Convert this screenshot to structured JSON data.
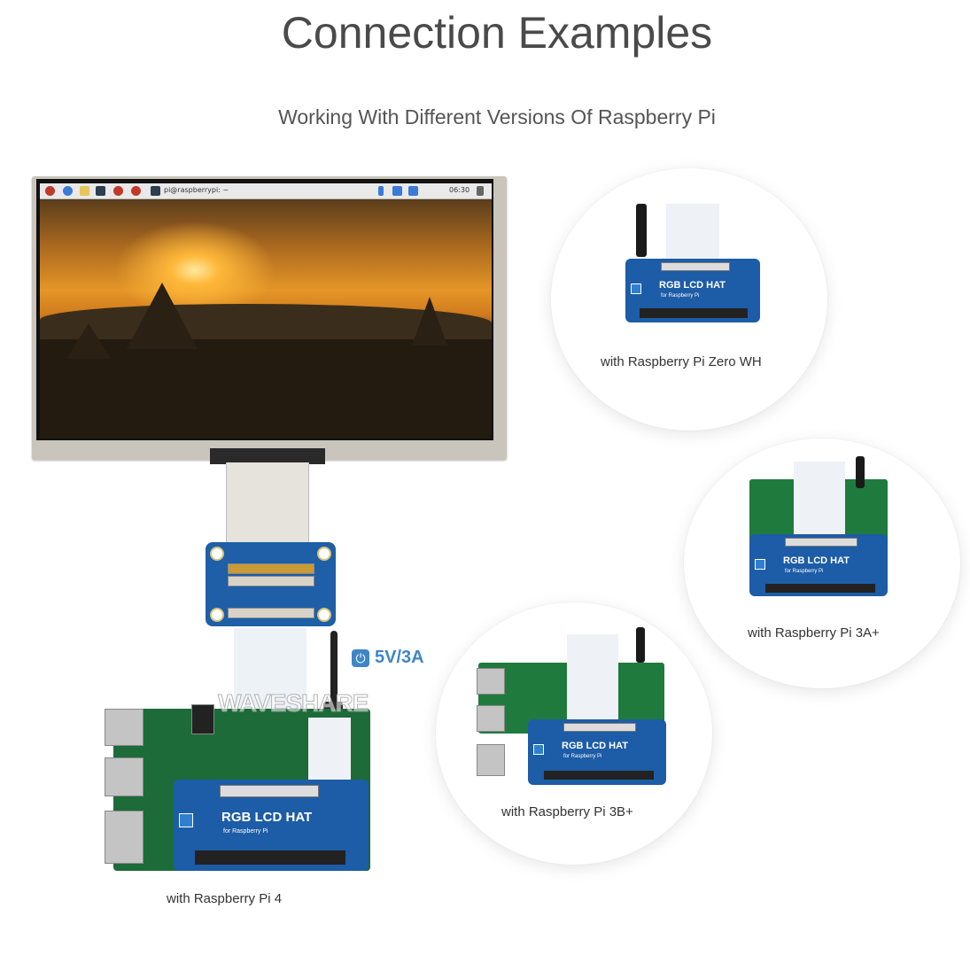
{
  "heading": "Connection Examples",
  "subheading": "Working With Different Versions Of Raspberry Pi",
  "power": {
    "icon": "power-icon",
    "label": "5V/3A",
    "color": "#3e86c6"
  },
  "watermark": "WAVESHARE",
  "taskbar": {
    "path": "pi@raspberrypi: ~",
    "clock": "06:30"
  },
  "hat": {
    "title": "RGB LCD HAT",
    "subtitle": "for Raspberry Pi"
  },
  "examples": [
    {
      "caption": "with Raspberry Pi 4"
    },
    {
      "caption": "with Raspberry Pi Zero WH"
    },
    {
      "caption": "with Raspberry Pi 3A+"
    },
    {
      "caption": "with Raspberry Pi 3B+"
    }
  ],
  "colors": {
    "board_blue": "#1d5ca6",
    "pcb_green": "#1f7a3d",
    "accent": "#3e86c6"
  }
}
